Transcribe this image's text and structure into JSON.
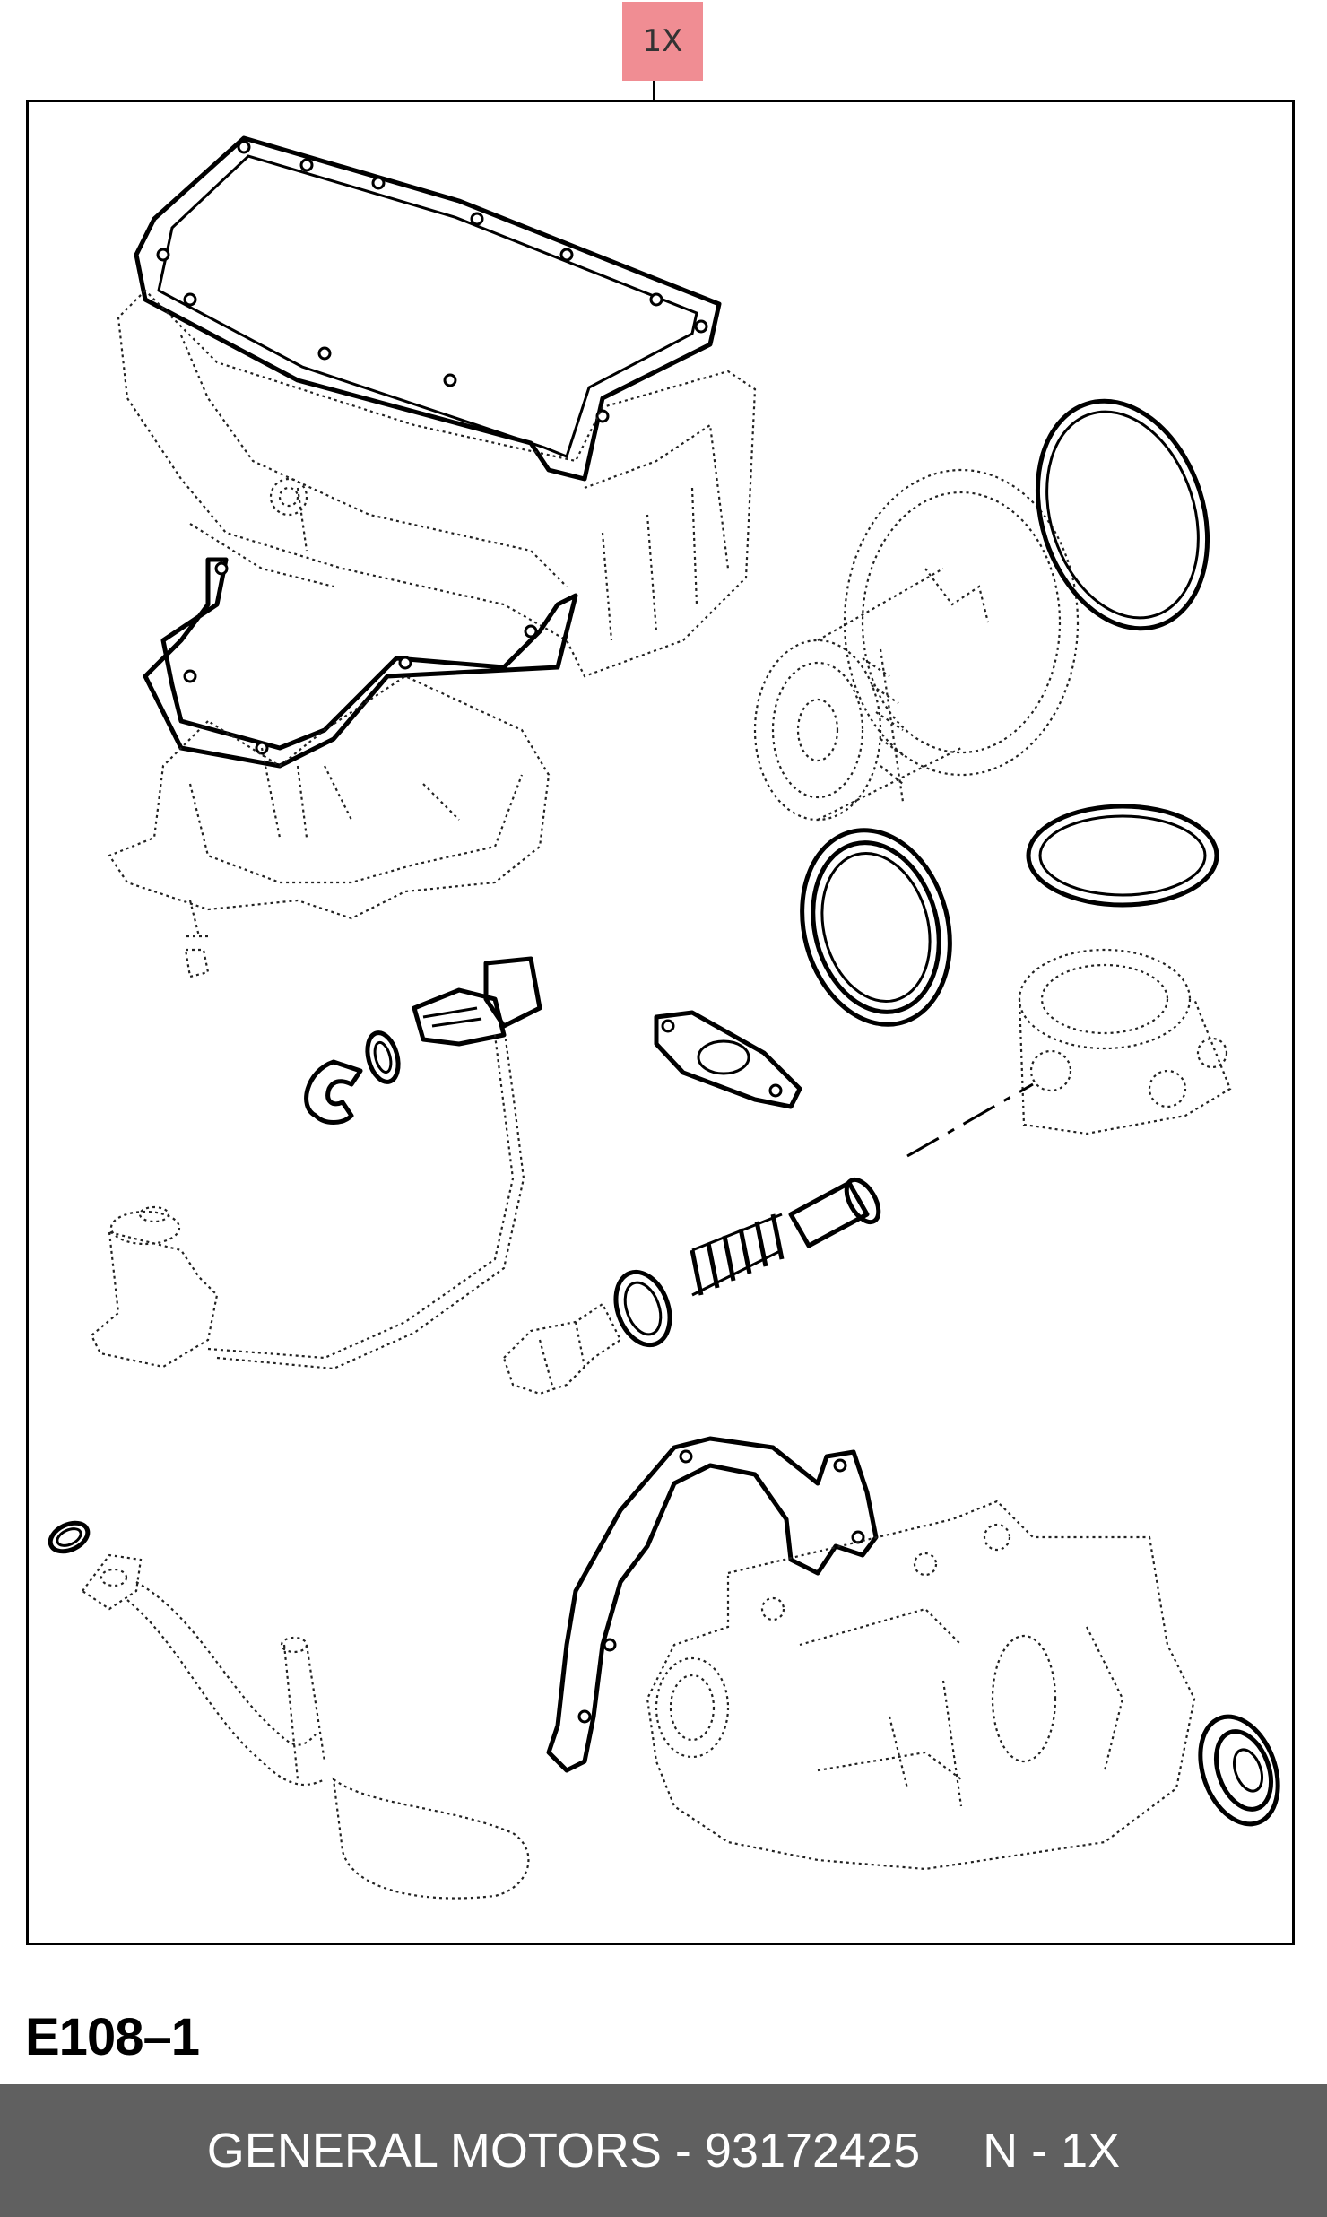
{
  "header": {
    "quantity_tag": "1X"
  },
  "diagram": {
    "id": "E108–1"
  },
  "footer": {
    "brand": "GENERAL MOTORS",
    "separator": " - ",
    "part_number": "93172425",
    "quantity": "N - 1X"
  },
  "colors": {
    "tag_background": "#f08d93",
    "footer_background": "#606060",
    "footer_text": "#ffffff",
    "line": "#000000"
  }
}
